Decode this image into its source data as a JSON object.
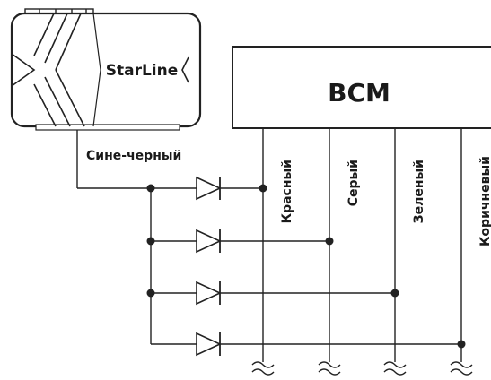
{
  "module": {
    "brand": "StarLine",
    "output_wire": "Сине-черный"
  },
  "bcm": {
    "title": "BCM",
    "wires": [
      "Красный",
      "Серый",
      "Зеленый",
      "Коричневый"
    ]
  },
  "colors": {
    "line": "#222222",
    "text": "#1a1a1a",
    "module_fill": "#ffffff"
  }
}
